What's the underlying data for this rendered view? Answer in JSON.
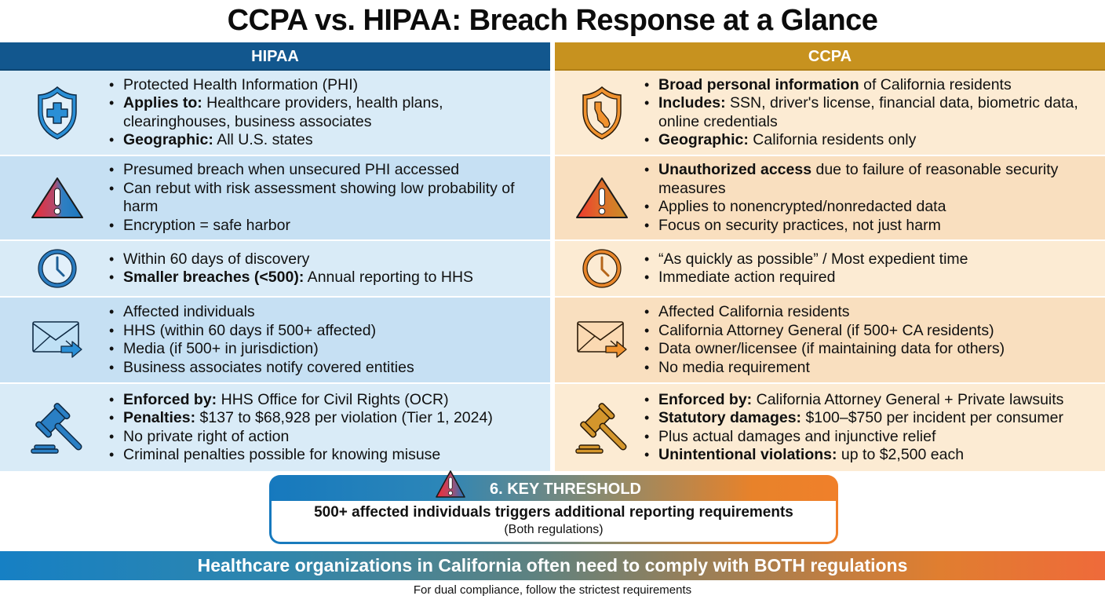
{
  "title": "CCPA vs. HIPAA: Breach Response at a Glance",
  "colors": {
    "hipaa_header": "#12578e",
    "ccpa_header": "#c7921f",
    "hipaa_accent": "#1a7cc4",
    "ccpa_accent": "#f0922e"
  },
  "hipaa": {
    "header": "HIPAA",
    "rows": [
      {
        "icon": "shield-cross-icon",
        "bullets": [
          {
            "bold": "",
            "text": "Protected Health Information (PHI)"
          },
          {
            "bold": "Applies to:",
            "text": " Healthcare providers, health plans, clearinghouses, business associates"
          },
          {
            "bold": "Geographic:",
            "text": " All U.S. states"
          }
        ]
      },
      {
        "icon": "warning-triangle-icon",
        "bullets": [
          {
            "bold": "",
            "text": "Presumed breach when unsecured PHI accessed"
          },
          {
            "bold": "",
            "text": "Can rebut with risk assessment showing low probability of harm"
          },
          {
            "bold": "",
            "text": "Encryption = safe harbor"
          }
        ]
      },
      {
        "icon": "clock-icon",
        "bullets": [
          {
            "bold": "",
            "text": "Within 60 days of discovery"
          },
          {
            "bold": "Smaller breaches (<500):",
            "text": " Annual reporting to HHS"
          }
        ]
      },
      {
        "icon": "envelope-forward-icon",
        "bullets": [
          {
            "bold": "",
            "text": "Affected individuals"
          },
          {
            "bold": "",
            "text": "HHS (within 60 days if 500+ affected)"
          },
          {
            "bold": "",
            "text": "Media (if 500+ in jurisdiction)"
          },
          {
            "bold": "",
            "text": "Business associates notify covered entities"
          }
        ]
      },
      {
        "icon": "gavel-icon",
        "bullets": [
          {
            "bold": "Enforced by:",
            "text": " HHS Office for Civil Rights (OCR)"
          },
          {
            "bold": "Penalties:",
            "text": " $137 to $68,928 per violation (Tier 1, 2024)"
          },
          {
            "bold": "",
            "text": "No private right of action"
          },
          {
            "bold": "",
            "text": "Criminal penalties possible for knowing misuse"
          }
        ]
      }
    ]
  },
  "ccpa": {
    "header": "CCPA",
    "rows": [
      {
        "icon": "shield-california-icon",
        "bullets": [
          {
            "bold": "Broad personal information",
            "text": " of California residents"
          },
          {
            "bold": "Includes:",
            "text": " SSN, driver's license, financial data, biometric data, online credentials"
          },
          {
            "bold": "Geographic:",
            "text": " California residents only"
          }
        ]
      },
      {
        "icon": "warning-triangle-icon",
        "bullets": [
          {
            "bold": "Unauthorized access",
            "text": " due to failure of reasonable security measures"
          },
          {
            "bold": "",
            "text": "Applies to nonencrypted/nonredacted data"
          },
          {
            "bold": "",
            "text": "Focus on security practices, not just harm"
          }
        ]
      },
      {
        "icon": "clock-icon",
        "bullets": [
          {
            "bold": "",
            "text": "“As quickly as possible” / Most expedient time"
          },
          {
            "bold": "",
            "text": "Immediate action required"
          }
        ]
      },
      {
        "icon": "envelope-forward-icon",
        "bullets": [
          {
            "bold": "",
            "text": "Affected California residents"
          },
          {
            "bold": "",
            "text": "California Attorney General (if 500+ CA residents)"
          },
          {
            "bold": "",
            "text": "Data owner/licensee (if maintaining data for others)"
          },
          {
            "bold": "",
            "text": "No media requirement"
          }
        ]
      },
      {
        "icon": "gavel-icon",
        "bullets": [
          {
            "bold": "Enforced by:",
            "text": " California Attorney General + Private lawsuits"
          },
          {
            "bold": "Statutory damages:",
            "text": " $100–$750 per incident per consumer"
          },
          {
            "bold": "",
            "text": "Plus actual damages and injunctive relief"
          },
          {
            "bold": "Unintentional violations:",
            "text": " up to $2,500 each"
          }
        ]
      }
    ]
  },
  "threshold": {
    "icon": "warning-triangle-icon",
    "heading": "6. KEY THRESHOLD",
    "main": "500+ affected individuals triggers additional reporting requirements",
    "sub": "(Both regulations)"
  },
  "bottom_banner": "Healthcare organizations in California often need to comply with BOTH regulations",
  "footer_note": "For dual compliance, follow the strictest requirements"
}
